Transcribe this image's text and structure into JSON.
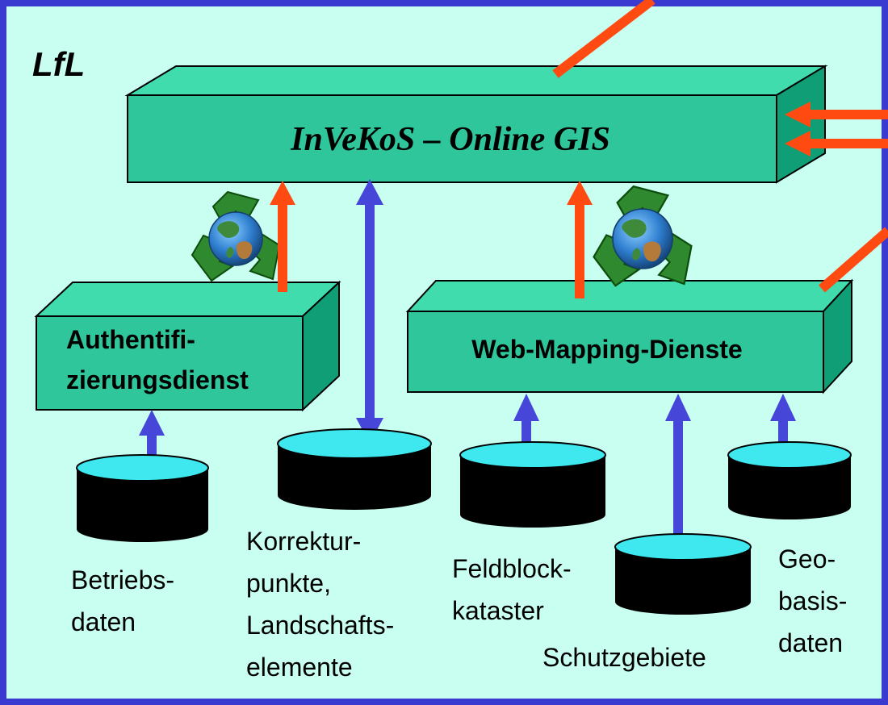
{
  "org_label": "LfL",
  "boxes": {
    "main": "InVeKoS – Online GIS",
    "auth": [
      "Authentifi-",
      "zierungsdienst"
    ],
    "wms": "Web-Mapping-Dienste"
  },
  "databases": {
    "betriebs": [
      "Betriebs-",
      "daten"
    ],
    "korrektur": [
      "Korrektur-",
      "punkte,",
      "Landschafts-",
      "elemente"
    ],
    "feldblock": [
      "Feldblock-",
      "kataster"
    ],
    "schutz": [
      "Schutzgebiete"
    ],
    "geobasis": [
      "Geo-",
      "basis-",
      "daten"
    ]
  },
  "icons": {
    "recycle_globe": "recycle-globe-icon"
  },
  "colors": {
    "frame_border": "#3a3ad0",
    "frame_fill": "#c8fff0",
    "box_front": "#2ec69a",
    "box_top": "#40dcae",
    "box_side": "#0f9e76",
    "db_top": "#3ee8ee",
    "db_body": "#000000",
    "arrow_red": "#ff4a12",
    "arrow_blue": "#4646d8"
  }
}
